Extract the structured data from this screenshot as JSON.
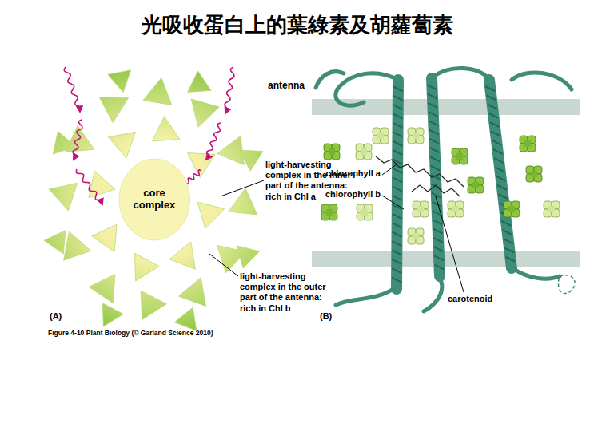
{
  "diagram": {
    "title": "光吸收蛋白上的葉綠素及胡蘿蔔素",
    "caption": "Figure 4-10 Plant Biology (© Garland Science 2010)",
    "nodes": [
      {
        "text": [
          "core complex"
        ]
      }
    ],
    "labels": [
      "antenna",
      "light-harvesting complex in the inner part of the antenna: rich in Chl a",
      "light-harvesting complex in the outer part of the antenna: rich in Chl b",
      "(A)",
      "chlorophyll a",
      "chlorophyll b",
      "carotenoid",
      "(B)"
    ]
  }
}
